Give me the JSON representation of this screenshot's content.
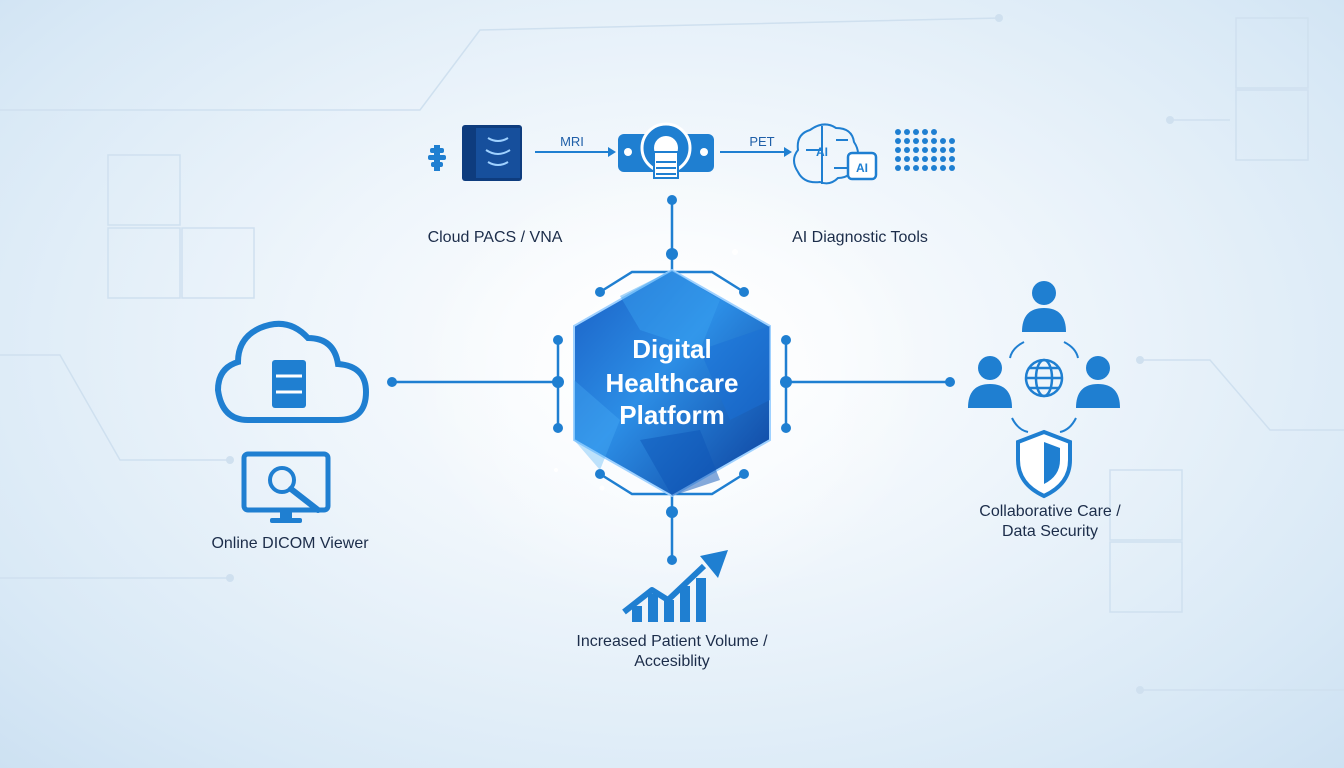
{
  "center": {
    "line1": "Digital",
    "line2": "Healthcare",
    "line3": "Platform"
  },
  "top": {
    "mri_label": "MRI",
    "pet_label": "PET",
    "ai_chip_1": "AI",
    "ai_chip_2": "AI"
  },
  "labels": {
    "cloud_pacs": "Cloud PACS / VNA",
    "ai_tools": "AI Diagnostic Tools",
    "dicom_viewer": "Online DICOM Viewer",
    "collab_line1": "Collaborative Care /",
    "collab_line2": "Data Security",
    "patient_line1": "Increased Patient Volume /",
    "patient_line2": "Accesiblity"
  },
  "colors": {
    "accent": "#1f7fd1",
    "dark": "#0b3f8a",
    "text": "#1c2d4a"
  }
}
